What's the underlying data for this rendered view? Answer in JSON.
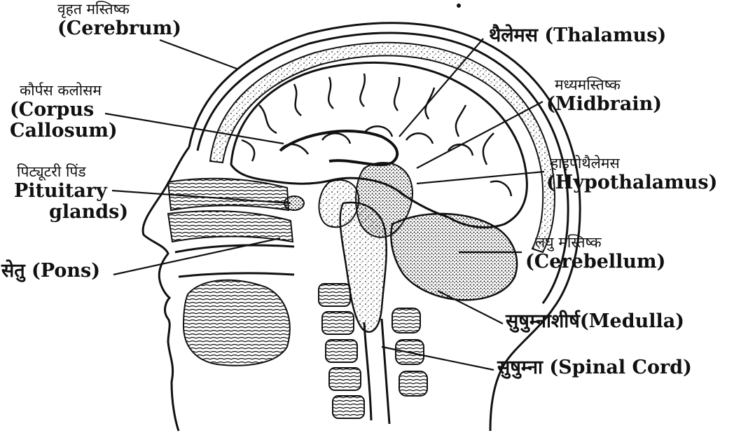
{
  "labels": {
    "cerebrum": {
      "hindi": "वृहत मस्तिष्क",
      "english": "(Cerebrum)"
    },
    "corpus_callosum": {
      "hindi": "कौर्पस कलोसम",
      "english_line1": "(Corpus",
      "english_line2": "Callosum)"
    },
    "pituitary": {
      "hindi": "पिट्यूटरी पिंड",
      "english_line1": "Pituitary",
      "english_line2": "glands)"
    },
    "pons": {
      "text": "सेतु (Pons)"
    },
    "thalamus": {
      "text": "थैलेमस (Thalamus)"
    },
    "midbrain": {
      "hindi": "मध्यमस्तिष्क",
      "english": "(Midbrain)"
    },
    "hypothalamus": {
      "hindi": "हाइपोथैलेमस",
      "english": "(Hypothalamus)"
    },
    "cerebellum": {
      "hindi": "लघु मस्तिष्क",
      "english": "(Cerebellum)"
    },
    "medulla": {
      "text": "सुषुम्नाशीर्ष(Medulla)"
    },
    "spinal_cord": {
      "text": "सुषुम्ना (Spinal Cord)"
    }
  },
  "colors": {
    "ink": "#111111",
    "background": "#ffffff"
  }
}
